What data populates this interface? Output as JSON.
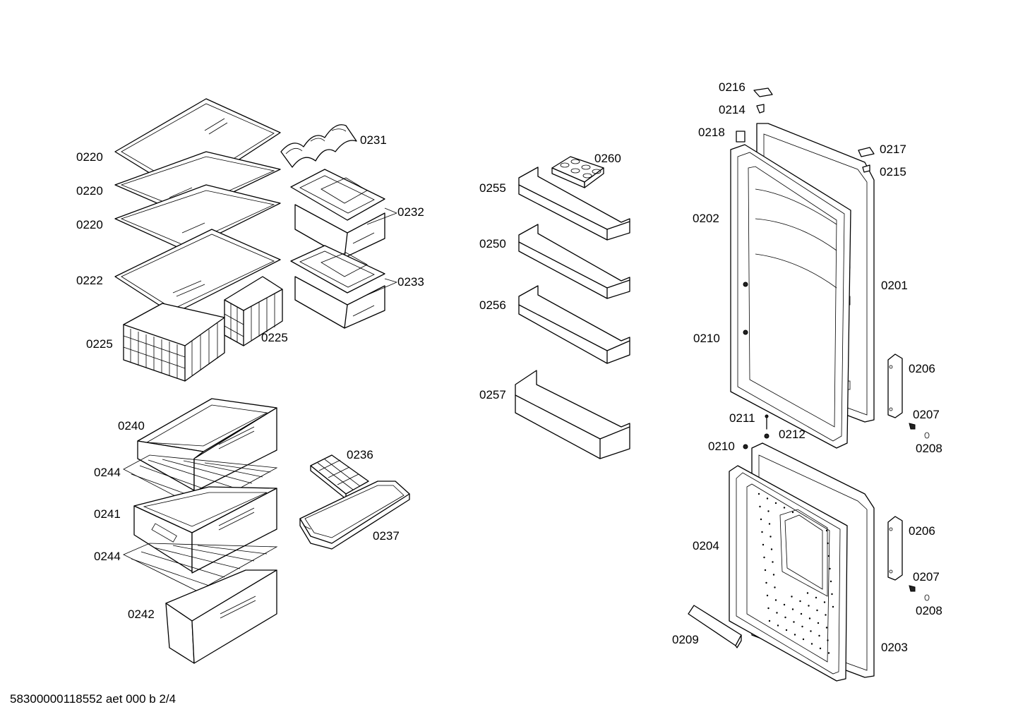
{
  "diagram": {
    "labels": {
      "p0220a": "0220",
      "p0220b": "0220",
      "p0220c": "0220",
      "p0222": "0222",
      "p0225a": "0225",
      "p0225b": "0225",
      "p0231": "0231",
      "p0232": "0232",
      "p0233": "0233",
      "p0255": "0255",
      "p0260": "0260",
      "p0250": "0250",
      "p0256": "0256",
      "p0257": "0257",
      "p0240": "0240",
      "p0244a": "0244",
      "p0241": "0241",
      "p0244b": "0244",
      "p0242": "0242",
      "p0236": "0236",
      "p0237": "0237",
      "p0216": "0216",
      "p0214": "0214",
      "p0218": "0218",
      "p0217": "0217",
      "p0215": "0215",
      "p0202": "0202",
      "p0201": "0201",
      "p0210a": "0210",
      "p0206a": "0206",
      "p0207a": "0207",
      "p0208a": "0208",
      "p0211": "0211",
      "p0212": "0212",
      "p0210b": "0210",
      "p0204": "0204",
      "p0206b": "0206",
      "p0207b": "0207",
      "p0208b": "0208",
      "p0209": "0209",
      "p0203": "0203"
    },
    "footer": "58300000118552 aet 000 b 2/4"
  }
}
